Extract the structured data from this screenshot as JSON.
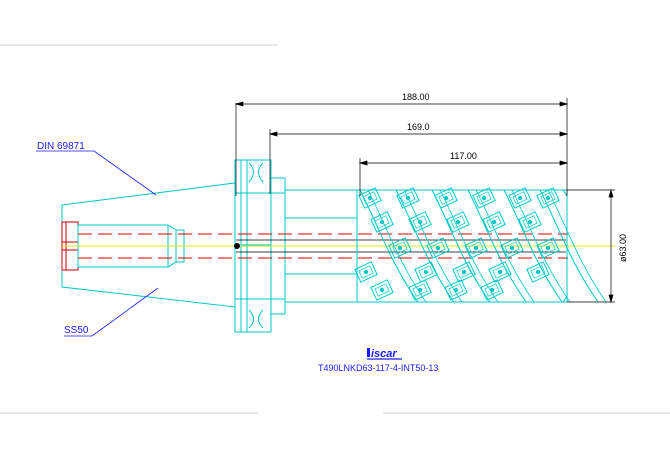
{
  "dimensions": {
    "overall_length": "188.00",
    "shank_length": "169.0",
    "cutting_length": "117.00",
    "diameter": "ø63.00"
  },
  "callouts": {
    "standard": "DIN 69871",
    "taper": "SS50"
  },
  "logo_text": "iscar",
  "part_number": "T490LNKD63-117-4-INT50-13",
  "colors": {
    "outline_cyan": "#00c8c8",
    "centerline_red": "#e00000",
    "axis_yellow": "#e8e800",
    "dimension_black": "#000000",
    "callout_blue": "#1a1aff",
    "coolant_red": "#cc0000"
  }
}
